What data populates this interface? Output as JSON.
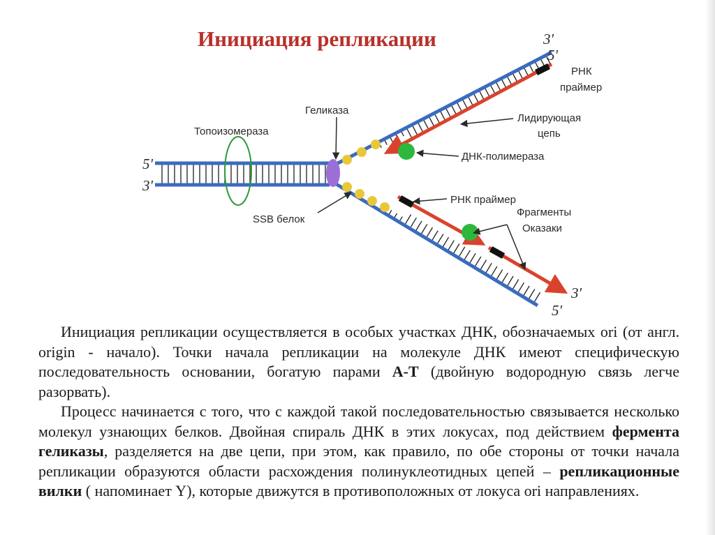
{
  "title": "Инициация репликации",
  "diagram": {
    "strand_ends": {
      "left_top": "5'",
      "left_bottom": "3'",
      "upper_end": "3'",
      "upper_primer_end": "5'",
      "lower_end": "3'",
      "lower_bottom_end": "5'"
    },
    "labels": {
      "topoisomerase": "Топоизомераза",
      "helicase": "Геликаза",
      "ssb": "SSB белок",
      "rna_primer_top_line1": "РНК",
      "rna_primer_top_line2": "праймер",
      "leading_line1": "Лидирующая",
      "leading_line2": "цепь",
      "polymerase": "ДНК-полимераза",
      "rna_primer_lower": "РНК праймер",
      "okazaki_line1": "Фрагменты",
      "okazaki_line2": "Оказаки"
    },
    "colors": {
      "template_strand": "#3a6bbf",
      "new_strand": "#d9432e",
      "helicase": "#9b6fd6",
      "ssb": "#e8c83a",
      "polymerase": "#2db83d",
      "topoisomerase": "#2d9a3a",
      "primer": "#111111"
    }
  },
  "text": {
    "p1_a": "Инициация репликации осуществляется в особых участках ДНК, обозначаемых ori (от англ. origin - начало). Точки начала репликации на молекуле ДНК имеют специфическую последовательность основании, богатую парами ",
    "p1_bold": "А-Т",
    "p1_b": " (двойную водородную связь легче разорвать).",
    "p2_a": "Процесс начинается с того, что с каждой такой последовательностью связывается несколько молекул узнающих белков. Двойная спираль ДНК в этих локусах, под действием ",
    "p2_bold1": "фермента геликазы",
    "p2_b": ", разделяется на две цепи, при этом, как правило, по обе стороны от точки начала репликации образуются области расхождения полинуклеотидных цепей – ",
    "p2_bold2": "репликационные вилки",
    "p2_c": " ( напоминает Y), которые движутся в противоположных от локуса ori направлениях."
  }
}
